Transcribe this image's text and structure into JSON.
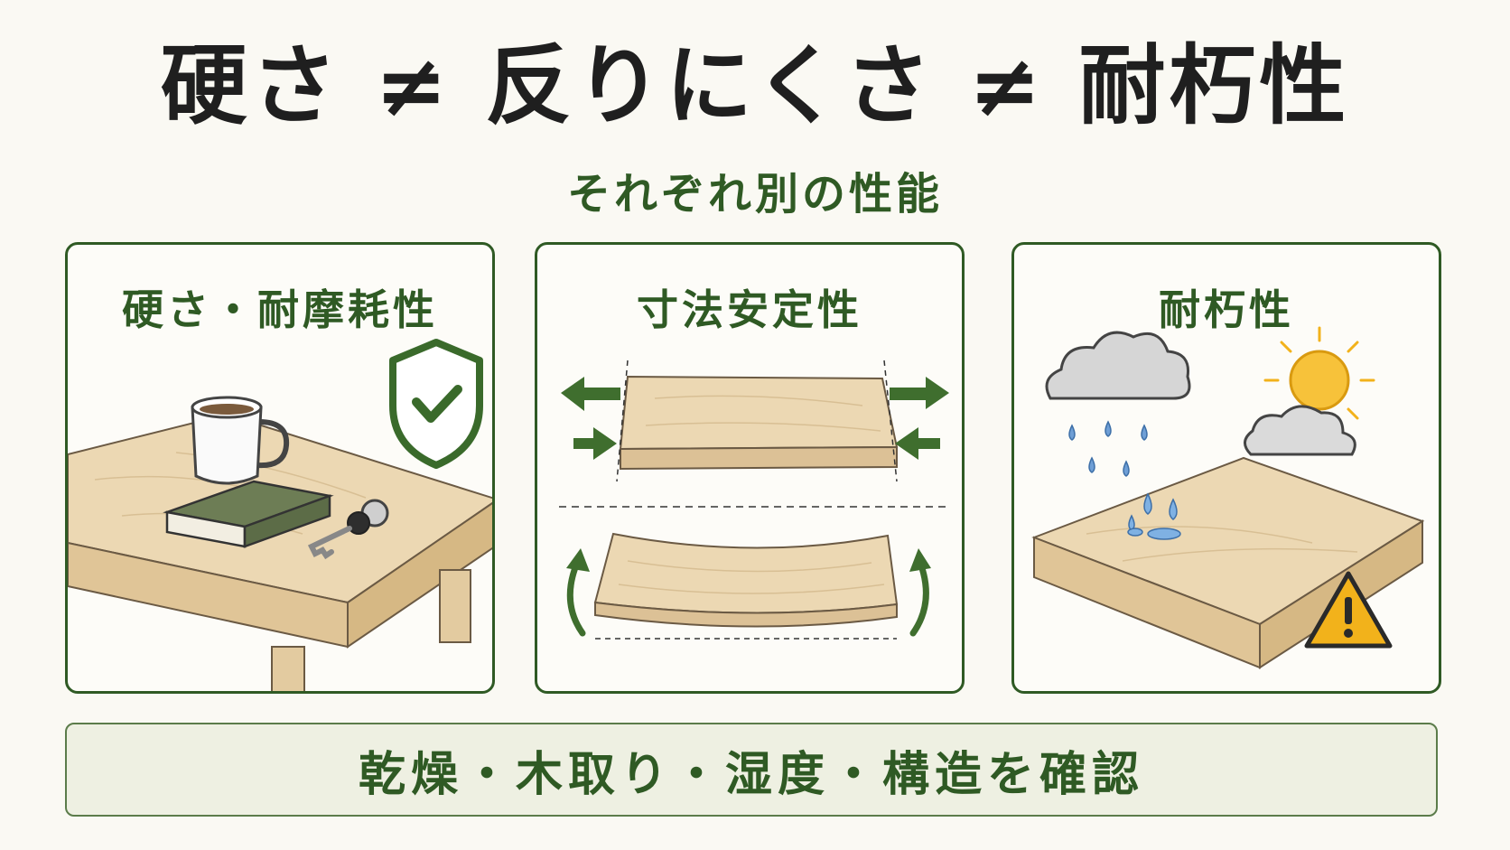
{
  "header": {
    "title": "硬さ ≠ 反りにくさ ≠ 耐朽性",
    "subtitle": "それぞれ別の性能"
  },
  "panels": [
    {
      "title": "硬さ・耐摩耗性",
      "icons": [
        "wooden-table",
        "coffee-mug",
        "book",
        "key",
        "shield-check-icon"
      ]
    },
    {
      "title": "寸法安定性",
      "icons": [
        "arrow-left-icon",
        "arrow-right-icon",
        "flat-board",
        "warped-board",
        "curved-arrow-icon"
      ]
    },
    {
      "title": "耐朽性",
      "icons": [
        "rain-cloud-icon",
        "sun-cloud-icon",
        "wet-board",
        "water-drop-icon",
        "warning-icon"
      ]
    }
  ],
  "footer": {
    "text": "乾燥・木取り・湿度・構造を確認"
  },
  "colors": {
    "accent_green": "#2f5a24",
    "wood": "#ecd8b3",
    "wood_edge": "#d9bf92",
    "warning": "#f2b21b"
  }
}
